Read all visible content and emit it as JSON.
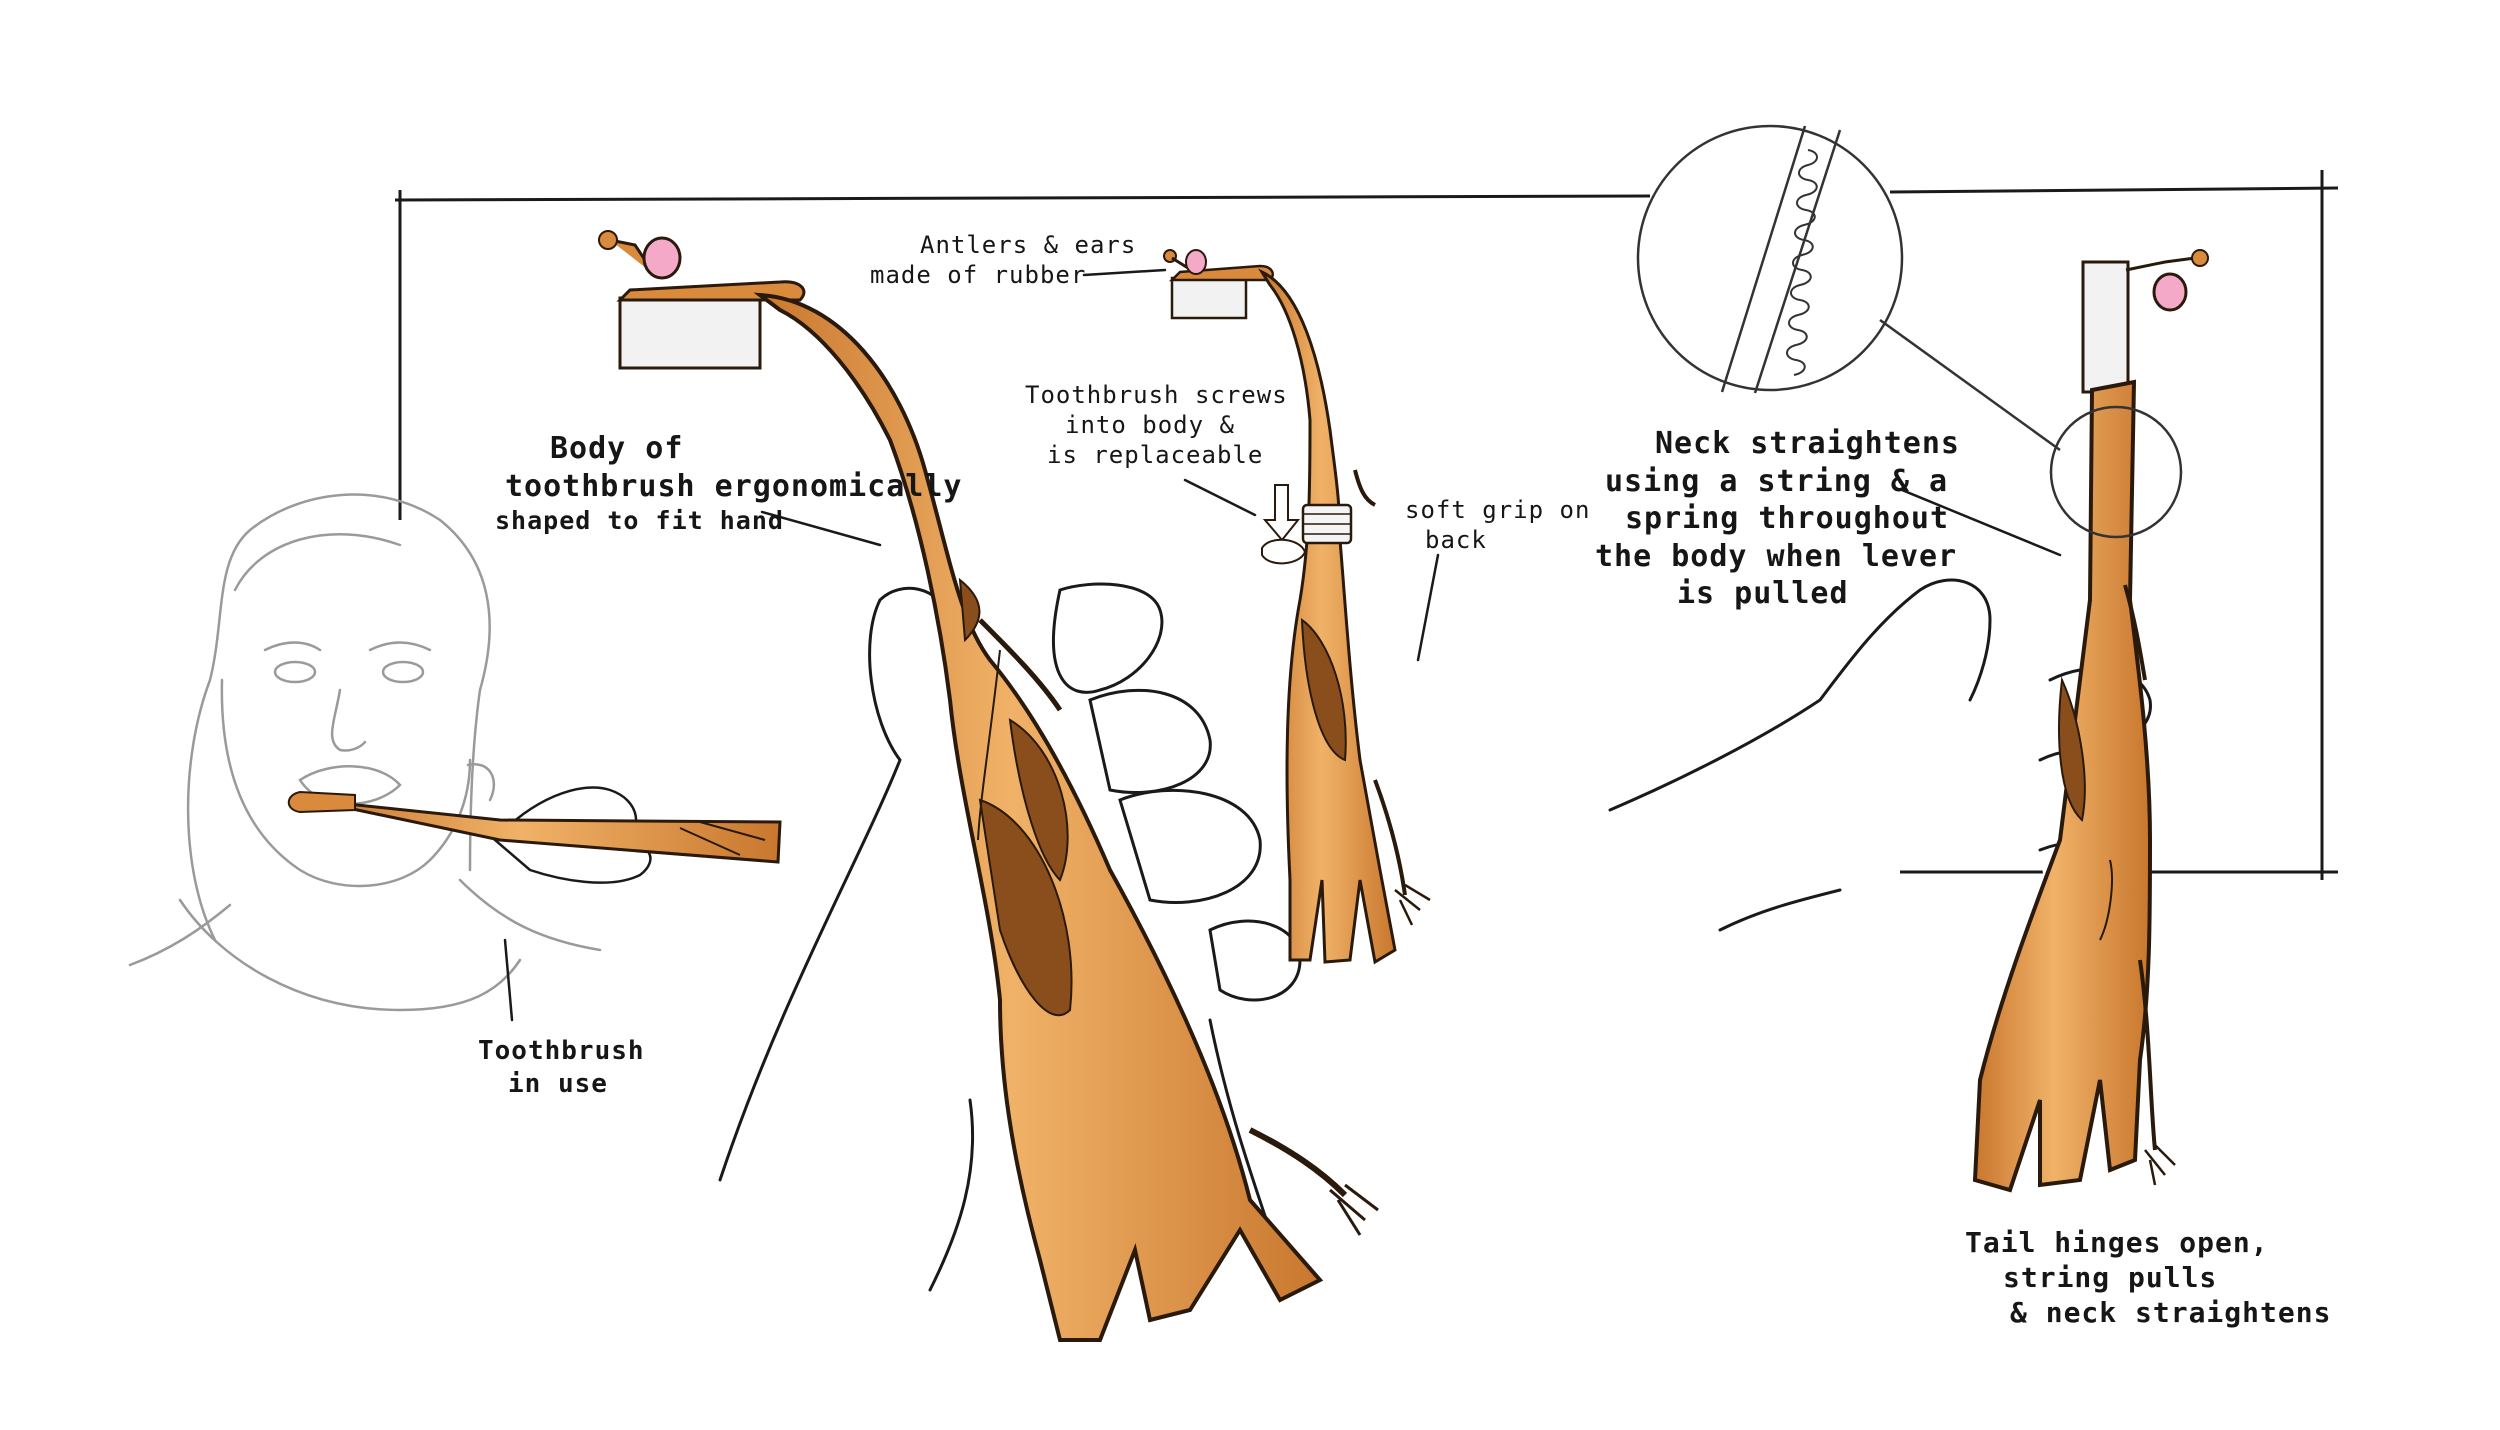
{
  "annotations": {
    "body_toothbrush": [
      "Body of",
      "toothbrush ergonomically",
      "shaped to fit hand"
    ],
    "antlers_ears": [
      "Antlers & ears",
      "made of rubber"
    ],
    "screws": [
      "Toothbrush screws",
      "into body &",
      "is replaceable"
    ],
    "soft_grip": [
      "soft grip on",
      "back"
    ],
    "neck_straightens": [
      "Neck straightens",
      "using a string & a",
      "spring throughout",
      "the body when lever",
      "is pulled"
    ],
    "in_use": [
      "Toothbrush",
      "in use"
    ],
    "tail_hinges": [
      "Tail hinges open,",
      "string pulls",
      "& neck straightens"
    ]
  },
  "colors": {
    "body": "#d98a3c",
    "body_light": "#f0b268",
    "spot": "#8a4e1c",
    "outline": "#2a1a0c",
    "ear_pink": "#f4a9c8",
    "bristles": "#f2f2f2",
    "sketch": "#9a9a9a"
  }
}
